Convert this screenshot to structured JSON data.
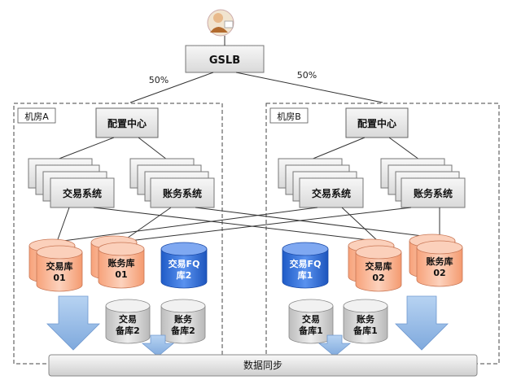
{
  "top": {
    "gslb": "GSLB",
    "left_pct": "50%",
    "right_pct": "50%"
  },
  "room_a": {
    "label": "机房A",
    "config": "配置中心",
    "trade_sys": "交易系统",
    "acct_sys": "账务系统",
    "trade_db": [
      "交易库",
      "01"
    ],
    "acct_db": [
      "账务库",
      "01"
    ],
    "acct_fq": [
      "交易FQ",
      "库2"
    ],
    "trade_bak": [
      "交易",
      "备库2"
    ],
    "acct_bak": [
      "账务",
      "备库2"
    ]
  },
  "room_b": {
    "label": "机房B",
    "config": "配置中心",
    "trade_sys": "交易系统",
    "acct_sys": "账务系统",
    "trade_fq": [
      "交易FQ",
      "库1"
    ],
    "trade_db": [
      "交易库",
      "02"
    ],
    "acct_db": [
      "账务库",
      "02"
    ],
    "trade_bak": [
      "交易",
      "备库1"
    ],
    "acct_bak": [
      "账务",
      "备库1"
    ]
  },
  "sync": "数据同步",
  "colors": {
    "orange": "#f6b08e",
    "blue": "#2f6fd8",
    "gray": "#d6d6d6",
    "arrow": "#9fc3ec",
    "box": "#e9e9e9"
  }
}
